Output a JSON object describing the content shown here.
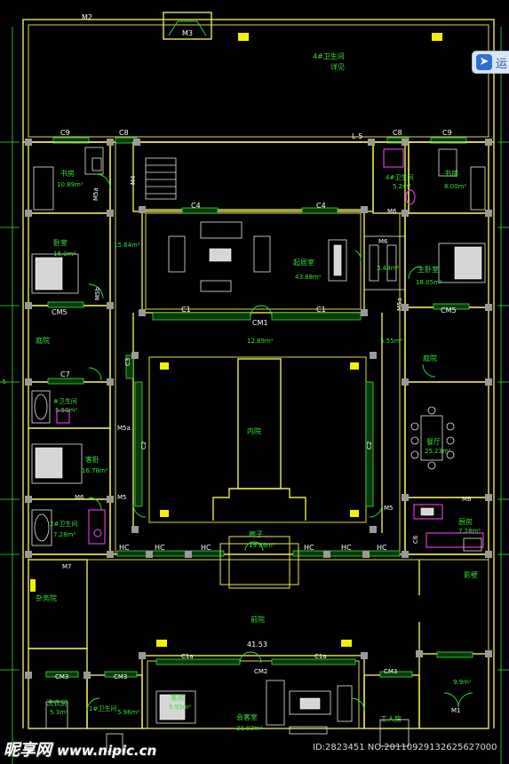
{
  "drawing": {
    "labels": {
      "m2": "M2",
      "m3": "M3",
      "wc4_title": "4#卫生间",
      "wc4_sub": "详见",
      "c9_left": "C9",
      "c8_left": "C8",
      "l5": "L-5",
      "c8_right": "C8",
      "c9_right": "C9",
      "study_left": "书房",
      "study_left_area": "10.89m²",
      "m5a": "M5a",
      "m4": "M4",
      "c4_left": "C4",
      "c4_right": "C4",
      "wc4_room": "4#卫生间",
      "wc4_room_area": "5.2m²",
      "m6_top": "M6",
      "study_right": "书房",
      "study_right_area": "8.00m²",
      "bedroom_left": "卧室",
      "bedroom_left_area": "16.0m²",
      "corridor_area": "15.64m²",
      "m6_mid": "M6",
      "living": "起居室",
      "living_area": "43.88m²",
      "closet_area": "3.49m²",
      "master": "主卧室",
      "master_area": "18.05m²",
      "m5b": "M5b",
      "m5a_right": "M5a",
      "cm5_left": "CM5",
      "c1_left": "C1",
      "cm1": "CM1",
      "c1_right": "C1",
      "cm5_right": "CM5",
      "hall_area": "12.89m²",
      "hall_side_area": "5.55m²",
      "yard_left": "庭院",
      "c3": "C3",
      "yard_right": "庭院",
      "c7": "C7",
      "wc3": "#卫生间",
      "wc3_area": "5.50m²",
      "inner_court": "内院",
      "m5_a": "M5a",
      "dining": "餐厅",
      "dining_area": "25.23m²",
      "c2_left": "C2",
      "c2_right": "C2",
      "guest": "客卧",
      "guest_area": "16.78m²",
      "m6_low": "M6",
      "m5_left": "M5",
      "m5_right": "M5",
      "m6_right": "M6",
      "wc2": "2#卫生间",
      "wc2_area": "7.28m²",
      "gate_hall": "廊子",
      "gate_area": "19.89m²",
      "kitchen": "厨房",
      "kitchen_area": "7.28m²",
      "c6": "C6",
      "hc1": "HC",
      "hc2": "HC",
      "hc3": "HC",
      "hc4": "HC",
      "hc5": "HC",
      "hc6": "HC",
      "m7": "M7",
      "shadow_wall": "影壁",
      "misc_yard": "杂务院",
      "front_yard": "前院",
      "dim_main": "41.53",
      "c1a_left": "C1a",
      "cm2": "CM2",
      "c1a_right": "C1a",
      "cm3_right": "CM3",
      "cm3_a": "CM3",
      "cm3_b": "CM3",
      "guest2": "客房",
      "guest2_area": "9.95m²",
      "reception": "会客室",
      "reception_area": "21.03m²",
      "gate_area2": "9.9m²",
      "m1": "M1",
      "laundry": "洗衣房",
      "laundry_area": "5.3m²",
      "wc1": "1#卫生间",
      "wc1_area": "5.96m²",
      "worker": "工人房",
      "ix_5": "-5"
    },
    "popup_text": "运",
    "watermark": {
      "brand": "昵享网",
      "url": "www.nipic.cn",
      "id_text": "ID:2823451 NO:20110929132625627000"
    }
  }
}
